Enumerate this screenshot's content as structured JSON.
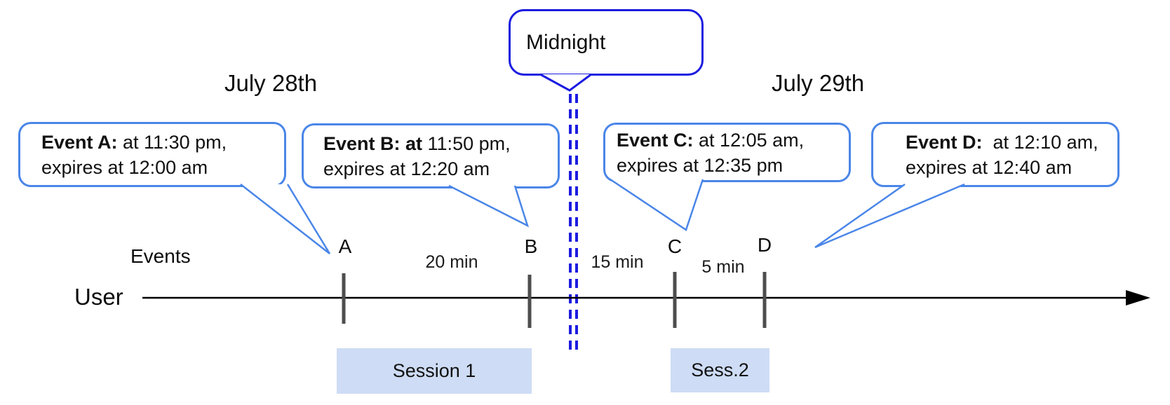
{
  "dates": {
    "left": "July 28th",
    "right": "July 29th"
  },
  "midnight_callout": {
    "label": "Midnight"
  },
  "event_callouts": [
    {
      "id": "A",
      "bold": "Event A:",
      "rest": " at 11:30 pm,",
      "line2": "expires at 12:00 am"
    },
    {
      "id": "B",
      "bold": "Event B: at",
      "rest": " 11:50 pm,",
      "line2": "expires at 12:20 am"
    },
    {
      "id": "C",
      "bold": "Event C:",
      "rest": " at 12:05 am,",
      "line2": "expires at 12:35 pm"
    },
    {
      "id": "D",
      "bold": "Event D:",
      "rest": "  at 12:10 am,",
      "line2": "expires at 12:40 am"
    }
  ],
  "timeline": {
    "events_label": "Events",
    "user_label": "User",
    "markers": [
      "A",
      "B",
      "C",
      "D"
    ],
    "gaps": [
      {
        "label": "20 min",
        "between": "A-B"
      },
      {
        "label": "15 min",
        "between": "B-C"
      },
      {
        "label": "5 min",
        "between": "C-D"
      }
    ]
  },
  "sessions": [
    {
      "label": "Session 1"
    },
    {
      "label": "Sess.2"
    }
  ],
  "colors": {
    "midnight_blue": "#1c1ce0",
    "callout_blue": "#4a86e8",
    "session_fill": "#cedcf5",
    "tick_gray": "#4d4d4d",
    "axis_black": "#000000"
  }
}
